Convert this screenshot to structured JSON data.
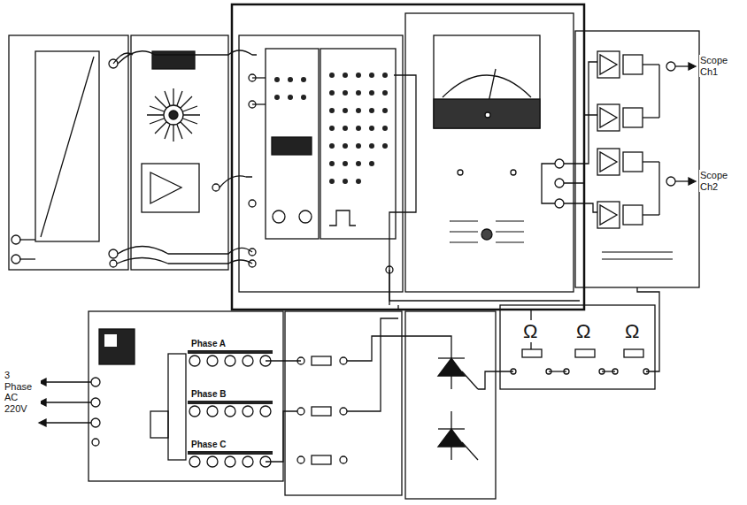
{
  "diagram": {
    "nodes": [
      {
        "text": [
          "Phase A"
        ]
      },
      {
        "text": [
          "Phase B"
        ]
      },
      {
        "text": [
          "Phase C"
        ]
      }
    ],
    "labels": [
      "3 Phase AC 220V",
      "Scope Ch1",
      "Scope Ch2",
      "Ω",
      "Ω",
      "Ω"
    ]
  }
}
